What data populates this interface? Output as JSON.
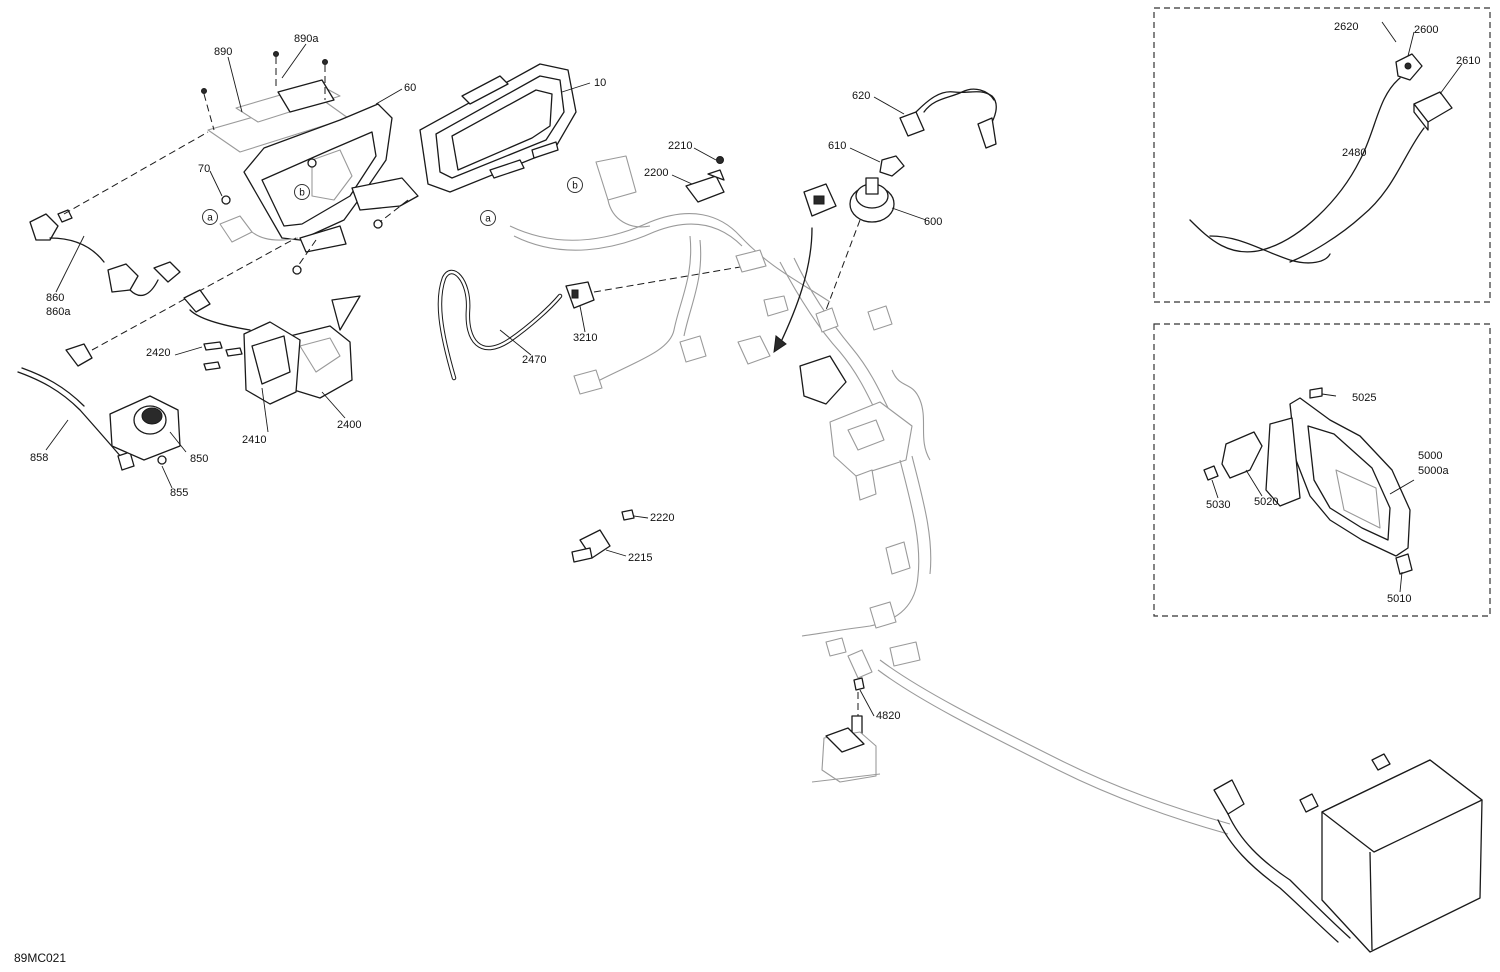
{
  "figure_ref": "89MC021",
  "callouts": {
    "c890": "890",
    "c890a": "890a",
    "c60": "60",
    "c10": "10",
    "c70": "70",
    "c860": "860",
    "c860a": "860a",
    "c2420": "2420",
    "c2410": "2410",
    "c2400": "2400",
    "c858": "858",
    "c850": "850",
    "c855": "855",
    "c2470": "2470",
    "c3210": "3210",
    "c2210": "2210",
    "c2200": "2200",
    "c620": "620",
    "c610": "610",
    "c600": "600",
    "c2220": "2220",
    "c2215": "2215",
    "c4820": "4820",
    "c2620": "2620",
    "c2600": "2600",
    "c2610": "2610",
    "c2480": "2480",
    "c5025": "5025",
    "c5000": "5000",
    "c5000a": "5000a",
    "c5030": "5030",
    "c5020": "5020",
    "c5010": "5010"
  },
  "connection_tags": {
    "a1": "a",
    "a2": "a",
    "b1": "b",
    "b2": "b"
  }
}
